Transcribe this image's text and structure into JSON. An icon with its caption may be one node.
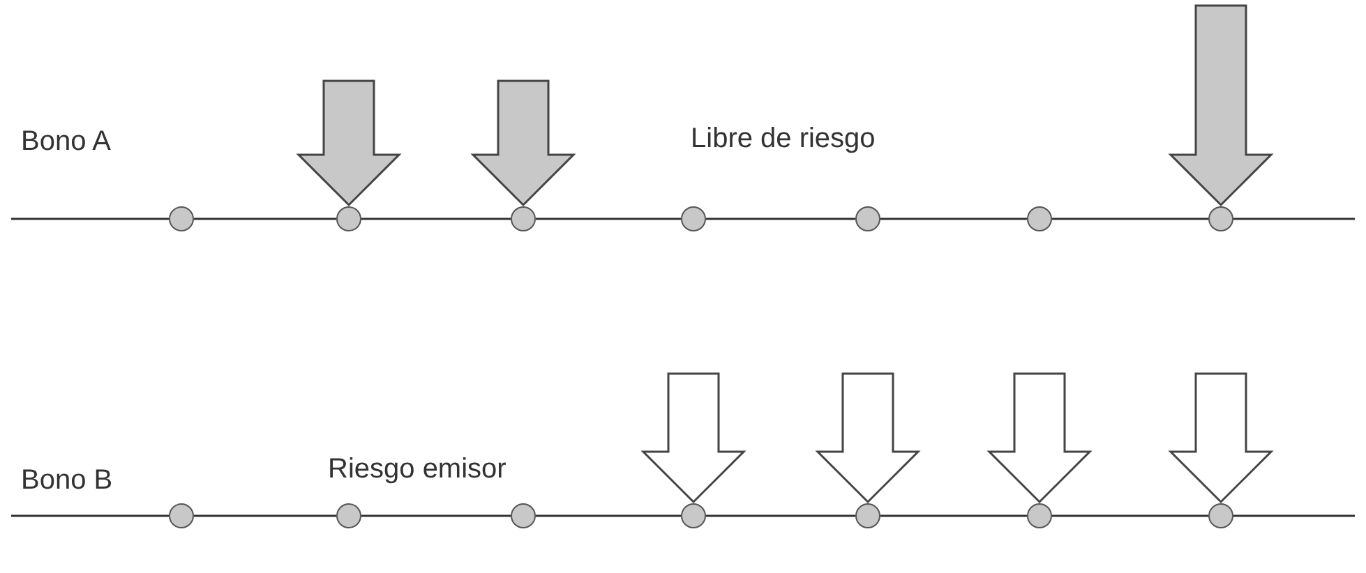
{
  "diagram": {
    "nodes": [
      {
        "text": [],
        "shape": "circle"
      },
      {
        "text": [],
        "shape": "circle"
      },
      {
        "text": [],
        "shape": "circle"
      },
      {
        "text": [],
        "shape": "circle"
      },
      {
        "text": [],
        "shape": "circle"
      },
      {
        "text": [],
        "shape": "circle"
      },
      {
        "text": [],
        "shape": "circle"
      },
      {
        "text": [],
        "shape": "circle"
      },
      {
        "text": [],
        "shape": "circle"
      },
      {
        "text": [],
        "shape": "circle"
      },
      {
        "text": [],
        "shape": "circle"
      },
      {
        "text": [],
        "shape": "circle"
      },
      {
        "text": [],
        "shape": "circle"
      },
      {
        "text": [],
        "shape": "circle"
      }
    ],
    "edges": [
      {
        "from": null,
        "to": 0,
        "arrow": "none"
      },
      {
        "from": 0,
        "to": 1,
        "arrow": "none"
      },
      {
        "from": 1,
        "to": 2,
        "arrow": "none"
      },
      {
        "from": 2,
        "to": 3,
        "arrow": "none"
      },
      {
        "from": 3,
        "to": 4,
        "arrow": "none"
      },
      {
        "from": 4,
        "to": 5,
        "arrow": "none"
      },
      {
        "from": 5,
        "to": 6,
        "arrow": "none"
      },
      {
        "from": 6,
        "to": null,
        "arrow": "none"
      },
      {
        "from": null,
        "to": 7,
        "arrow": "none"
      },
      {
        "from": 7,
        "to": 8,
        "arrow": "none"
      },
      {
        "from": 8,
        "to": 9,
        "arrow": "none"
      },
      {
        "from": 9,
        "to": 10,
        "arrow": "none"
      },
      {
        "from": 10,
        "to": 11,
        "arrow": "none"
      },
      {
        "from": 11,
        "to": 12,
        "arrow": "none"
      },
      {
        "from": 12,
        "to": 13,
        "arrow": "none"
      },
      {
        "from": 13,
        "to": null,
        "arrow": "none"
      },
      {
        "from": null,
        "to": 1,
        "arrow": "to",
        "style": "thick",
        "color": "#c8c8c8"
      },
      {
        "from": null,
        "to": 2,
        "arrow": "to",
        "style": "thick",
        "color": "#c8c8c8"
      },
      {
        "from": null,
        "to": 6,
        "arrow": "to",
        "style": "thick",
        "color": "#c8c8c8"
      },
      {
        "from": null,
        "to": 10,
        "arrow": "to",
        "style": "thick",
        "color": "#ffffff"
      },
      {
        "from": null,
        "to": 11,
        "arrow": "to",
        "style": "thick",
        "color": "#ffffff"
      },
      {
        "from": null,
        "to": 12,
        "arrow": "to",
        "style": "thick",
        "color": "#ffffff"
      },
      {
        "from": null,
        "to": 13,
        "arrow": "to",
        "style": "thick",
        "color": "#ffffff"
      }
    ],
    "labels": [
      "Bono A",
      "Libre de riesgo",
      "Bono B",
      "Riesgo emisor"
    ]
  }
}
